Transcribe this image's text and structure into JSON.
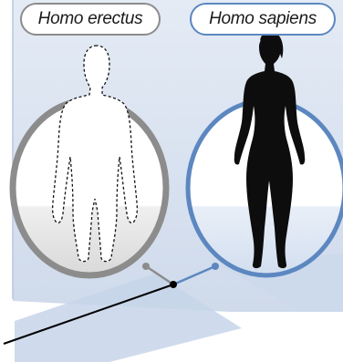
{
  "labels": {
    "left_species": "Homo erectus",
    "right_species": "Homo sapiens"
  },
  "figures": {
    "left": {
      "style": "dashed outline"
    },
    "right": {
      "style": "solid silhouette"
    }
  },
  "colors": {
    "background_panel": "#dbe4f1",
    "lower_panel": "#c9d6e9",
    "erectus_ring": "#8c8c8c",
    "sapiens_ring": "#5c87c0",
    "silhouette": "#0d0d0d",
    "pointer_line": "#000000"
  }
}
